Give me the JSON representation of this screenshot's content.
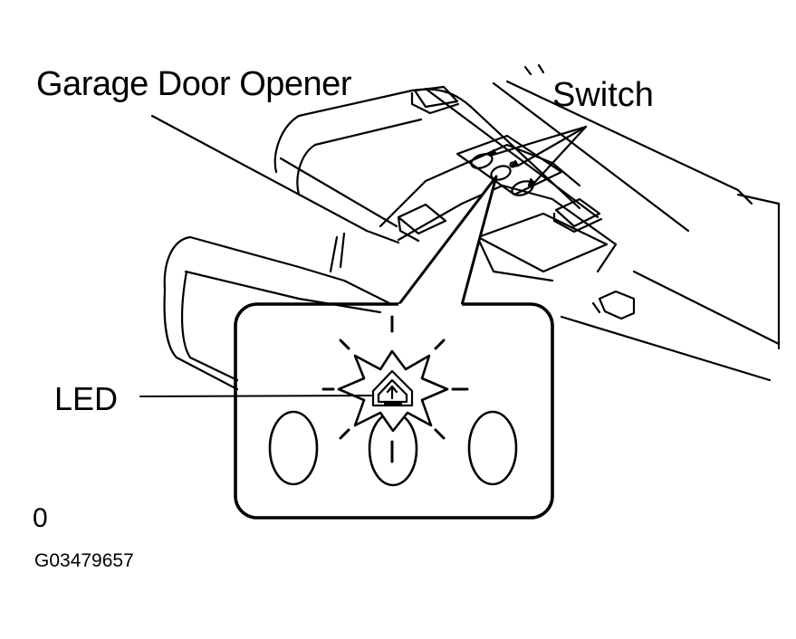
{
  "labels": {
    "title": "Garage Door Opener",
    "switch": "Switch",
    "led": "LED",
    "zero": "0",
    "figure_id": "G03479657"
  },
  "icons": {
    "led_burst": "starburst-icon",
    "house": "house-arrow-icon"
  },
  "colors": {
    "ink": "#000000",
    "paper": "#ffffff"
  }
}
